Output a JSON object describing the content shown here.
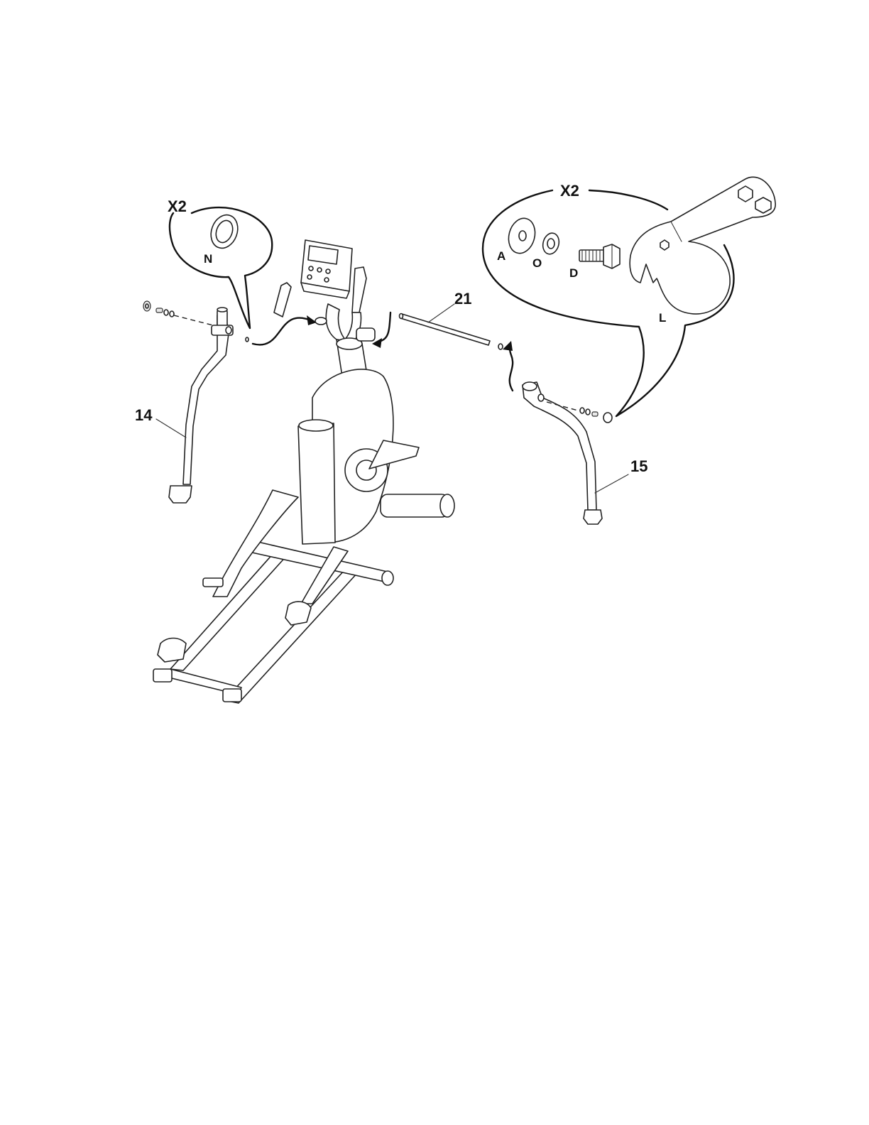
{
  "diagram": {
    "callouts": {
      "left_quantity": "X2",
      "right_quantity": "X2"
    },
    "hardware_letters": {
      "n": "N",
      "a": "A",
      "o": "O",
      "d": "D",
      "l": "L"
    },
    "part_numbers": {
      "left_arm": "14",
      "right_arm": "15",
      "axle": "21"
    }
  }
}
